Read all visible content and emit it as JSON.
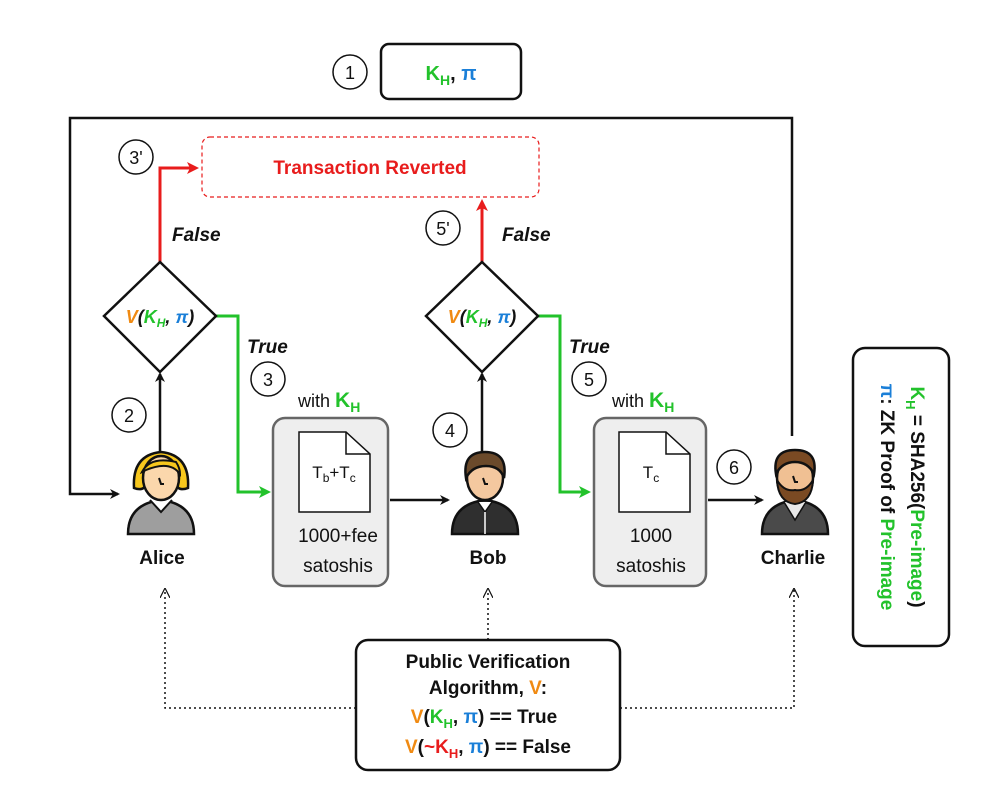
{
  "colors": {
    "green": "#22c22b",
    "red": "#e81c1c",
    "blue": "#1a7fd8",
    "orange": "#f08a12",
    "black": "#111111",
    "box_fill": "#eeeeee",
    "box_stroke": "#666666"
  },
  "steps": {
    "s1": "1",
    "s2": "2",
    "s3": "3",
    "s3p": "3'",
    "s4": "4",
    "s5": "5",
    "s5p": "5'",
    "s6": "6"
  },
  "top_box": {
    "k": "K",
    "k_sub": "H",
    "sep": ", ",
    "pi": "π"
  },
  "reverted": {
    "label": "Transaction Reverted"
  },
  "diamond": {
    "v": "V",
    "open": "(",
    "k": "K",
    "k_sub": "H",
    "comma": ", ",
    "pi": "π",
    "close": ")"
  },
  "branch": {
    "false": "False",
    "true": "True"
  },
  "with_label": {
    "text": "with ",
    "k": "K",
    "k_sub": "H"
  },
  "tx1": {
    "doc_t1": "T",
    "doc_sub1": "b",
    "doc_plus": "+T",
    "doc_sub2": "c",
    "line1": "1000+fee",
    "line2": "satoshis"
  },
  "tx2": {
    "doc_t": "T",
    "doc_sub": "c",
    "line1": "1000",
    "line2": "satoshis"
  },
  "people": {
    "alice": "Alice",
    "bob": "Bob",
    "charlie": "Charlie"
  },
  "legend": {
    "l1_k": "K",
    "l1_sub": "H",
    "l1_eq": " = SHA256(",
    "l1_pre": "Pre-image",
    "l1_close": ")",
    "l2_pi": "π",
    "l2_text": ": ZK Proof of ",
    "l2_pre": "Pre-image"
  },
  "verify": {
    "line1": "Public Verification",
    "line2a": "Algorithm, ",
    "line2v": "V",
    "line2c": ":",
    "eq1_v": "V",
    "eq1_open": "(",
    "eq1_k": "K",
    "eq1_sub": "H",
    "eq1_comma": ", ",
    "eq1_pi": "π",
    "eq1_rest": ") == True",
    "eq2_v": "V",
    "eq2_open": "(",
    "eq2_k": "~K",
    "eq2_sub": "H",
    "eq2_comma": ", ",
    "eq2_pi": "π",
    "eq2_rest": ") == False"
  }
}
